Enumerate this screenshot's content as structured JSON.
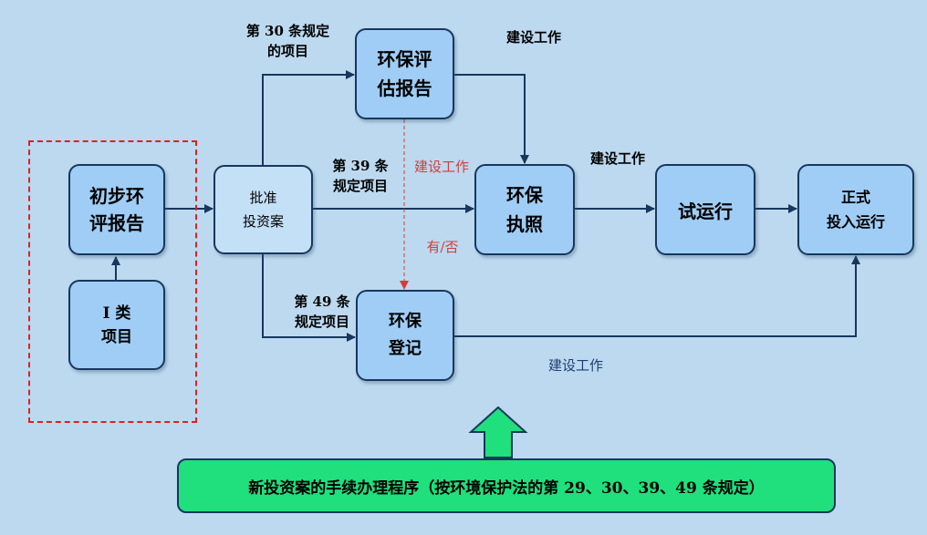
{
  "nodes": {
    "preliminary_report": "初步环\n评报告",
    "class_one_project": "I 类\n项目",
    "approval": "批准\n投资案",
    "env_assessment_report": "环保评\n估报告",
    "env_license": "环保\n执照",
    "env_registration": "环保\n登记",
    "trial_run": "试运行",
    "formal_operation": "正式\n投入运行"
  },
  "labels": {
    "art30": "第 30 条规定\n的项目",
    "art39": "第 39 条\n规定项目",
    "art49": "第 49 条\n规定项目",
    "construction_top": "建设工作",
    "construction_red": "建设工作",
    "yes_no": "有/否",
    "construction_mid": "建设工作",
    "construction_bottom": "建设工作"
  },
  "banner": "新投资案的手续办理程序（按环境保护法的第 29、30、39、49 条规定）",
  "colors": {
    "background": "#bcd9ef",
    "node_fill": "#9fcdf5",
    "node_border": "#17375e",
    "arrow": "#17375e",
    "dashed_red": "#e02020",
    "banner_fill": "#1fe07c"
  }
}
